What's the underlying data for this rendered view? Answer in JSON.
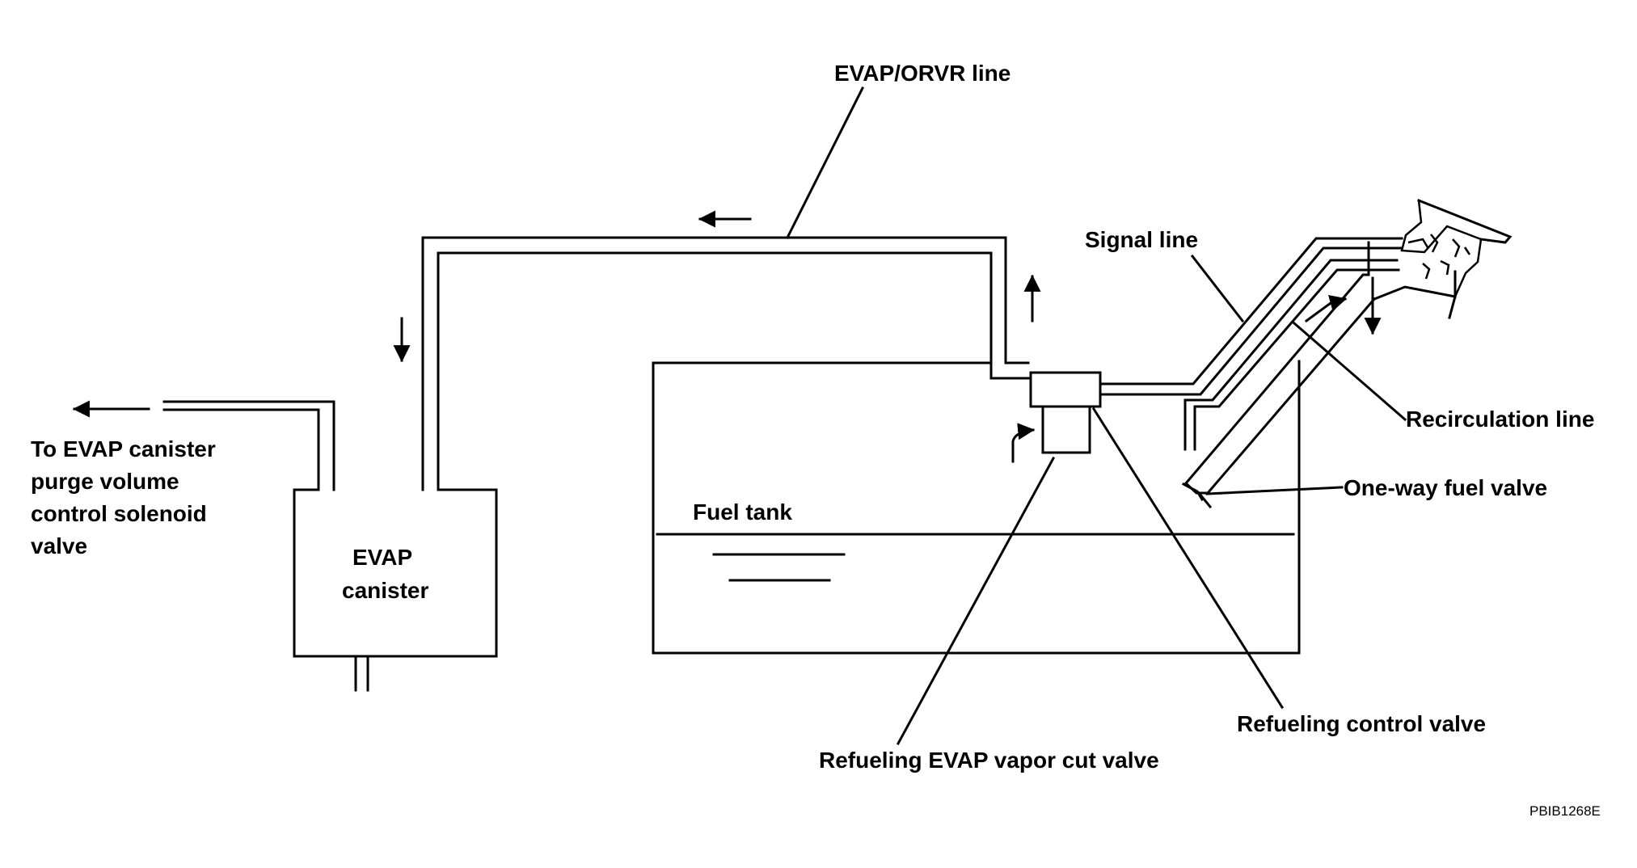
{
  "diagram": {
    "labels": {
      "evap_orvr_line": "EVAP/ORVR line",
      "signal_line": "Signal line",
      "recirculation_line": "Recirculation line",
      "one_way_fuel_valve": "One-way fuel valve",
      "fuel_tank": "Fuel tank",
      "evap_canister_line1": "EVAP",
      "evap_canister_line2": "canister",
      "to_evap_line1": "To EVAP canister",
      "to_evap_line2": "purge volume",
      "to_evap_line3": "control solenoid",
      "to_evap_line4": "valve",
      "refueling_control_valve": "Refueling control valve",
      "refueling_evap_vapor_cut_valve": "Refueling EVAP vapor cut valve",
      "figure_code": "PBIB1268E"
    },
    "colors": {
      "stroke": "#000000",
      "background": "#ffffff"
    }
  }
}
